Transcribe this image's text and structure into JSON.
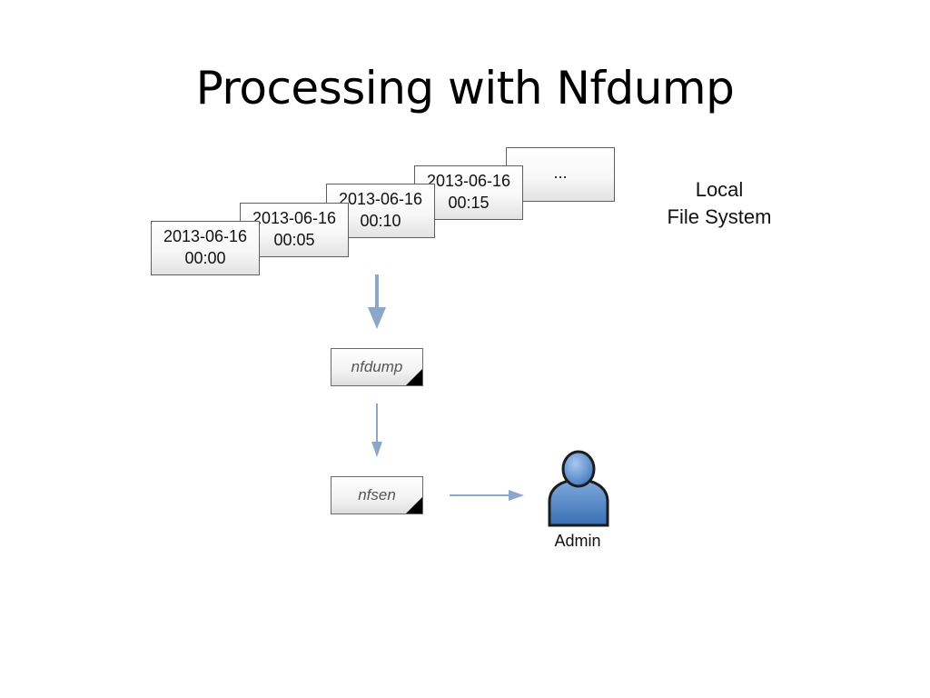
{
  "slide": {
    "title": "Processing with Nfdump"
  },
  "files": [
    {
      "date": "2013-06-16",
      "time": "00:00"
    },
    {
      "date": "2013-06-16",
      "time": "00:05"
    },
    {
      "date": "2013-06-16",
      "time": "00:10"
    },
    {
      "date": "2013-06-16",
      "time": "00:15"
    }
  ],
  "files_more": "...",
  "file_system_label": {
    "line1": "Local",
    "line2": "File System"
  },
  "tools": {
    "nfdump": "nfdump",
    "nfsen": "nfsen"
  },
  "admin_label": "Admin",
  "colors": {
    "arrow": "#8ea6c9",
    "admin_body": "#4f86c6",
    "admin_outline": "#1c1c1c",
    "tool_corner": "#000000"
  }
}
